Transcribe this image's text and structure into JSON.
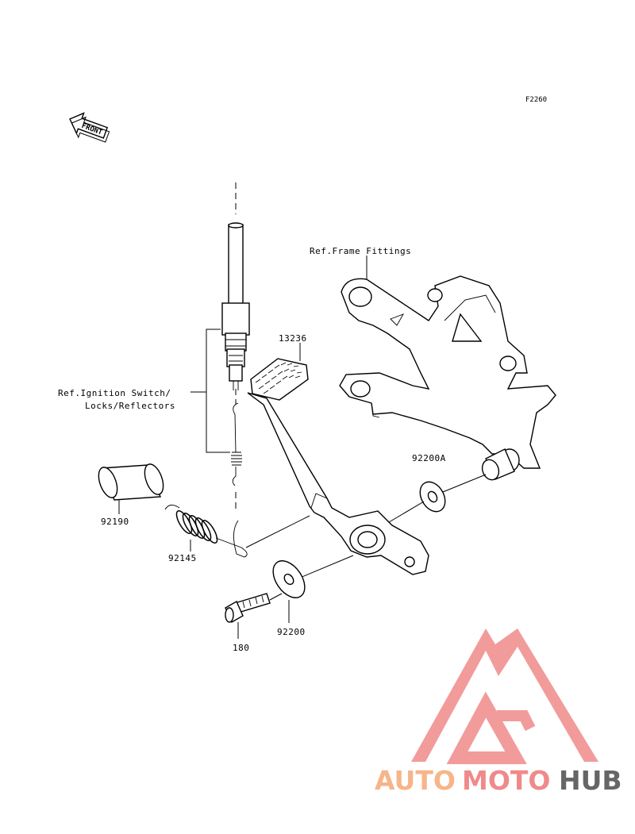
{
  "diagram": {
    "code": "F2260",
    "front_label": "FRONT",
    "labels": {
      "frame_ref": "Ref.Frame Fittings",
      "ignition_ref_1": "Ref.Ignition Switch/",
      "ignition_ref_2": "Locks/Reflectors",
      "part_13236": "13236",
      "part_92200a": "92200A",
      "part_92190": "92190",
      "part_92145": "92145",
      "part_92200": "92200",
      "part_180": "180"
    }
  },
  "watermark": {
    "brand_part1": "AUTO",
    "brand_part2": "MOTO",
    "brand_part3": "HUB",
    "colors": {
      "auto": "#f6b58a",
      "moto": "#f08a8a",
      "hub": "#666666",
      "logo": "#f08a8a"
    }
  }
}
